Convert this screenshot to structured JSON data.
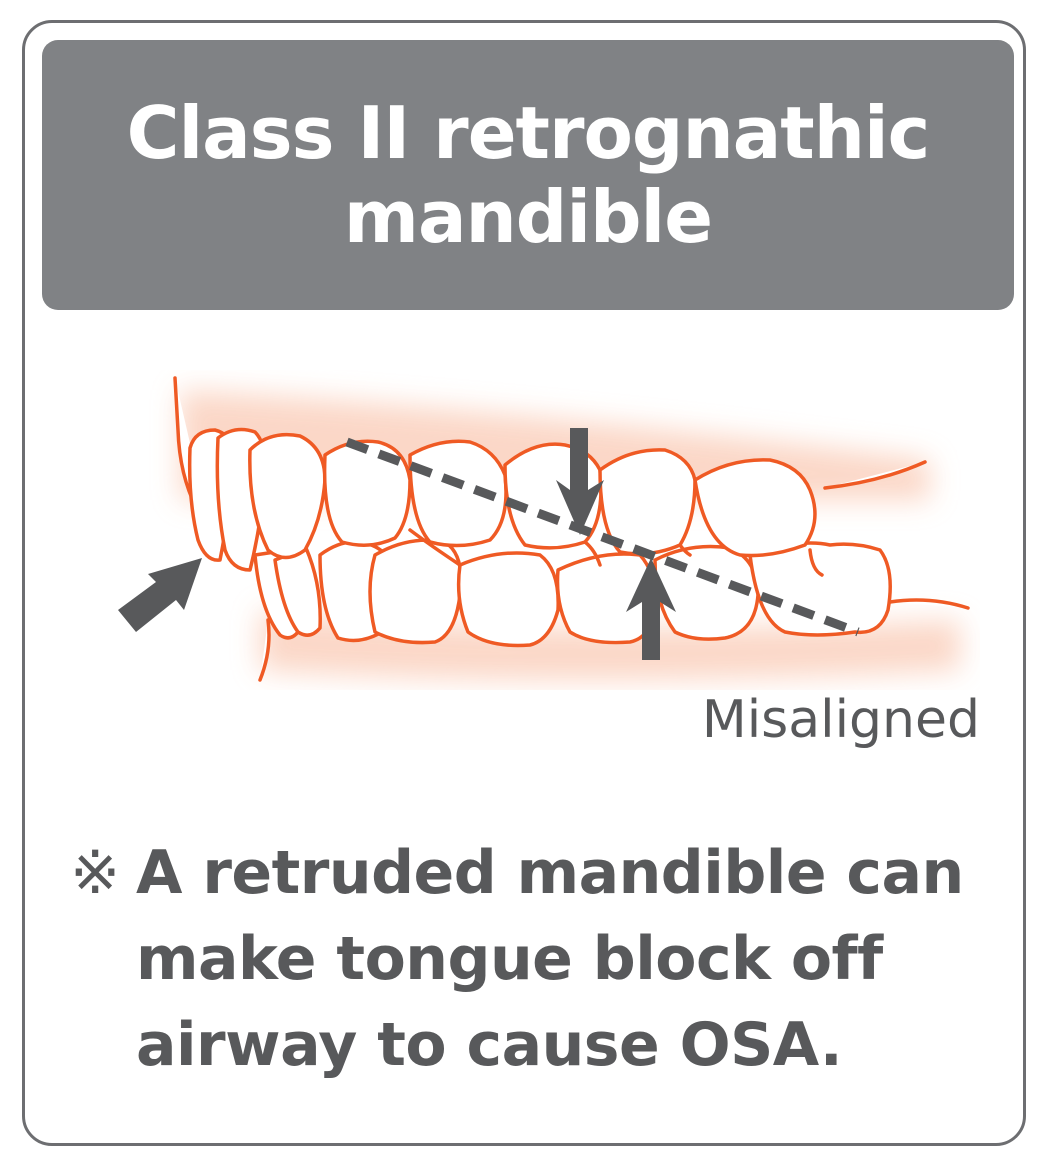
{
  "title": "Class II retrognathic\nmandible",
  "label": "Misaligned",
  "note": {
    "symbol": "※",
    "text": "A retruded mandible can\nmake tongue block off\nairway to cause OSA."
  },
  "colors": {
    "title_bar": "#808285",
    "tooth_outline": "#ef5a24",
    "gum_glow": "#fbd3c1",
    "arrow": "#58595b",
    "text": "#58595b",
    "border": "#6d6e71"
  },
  "icons": {
    "arrows": "arrow-icon",
    "note_mark": "reference-mark-icon"
  }
}
